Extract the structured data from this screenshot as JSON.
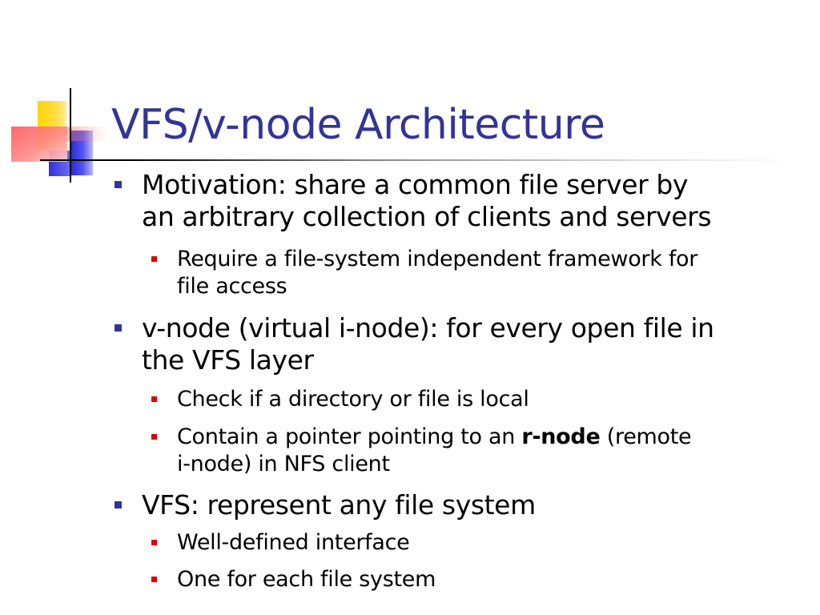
{
  "slide": {
    "title": "VFS/v-node Architecture",
    "bullets": [
      {
        "text": "Motivation: share a common file server by",
        "text2": "an arbitrary collection of clients and servers",
        "sub": [
          {
            "text": "Require a file-system independent framework for",
            "text2": "file access"
          }
        ]
      },
      {
        "text": "v-node (virtual i-node): for every open file in",
        "text2": "the VFS layer",
        "sub": [
          {
            "text": "Check if a directory or file is local"
          },
          {
            "pre": "Contain a pointer pointing to an ",
            "bold": "r-node",
            "post": " (remote",
            "text2": "i-node) in NFS client"
          }
        ]
      },
      {
        "text": "VFS: represent any file system",
        "sub": [
          {
            "text": "Well-defined interface"
          },
          {
            "text": "One for each file system"
          }
        ]
      }
    ]
  },
  "colors": {
    "title": "#333399",
    "level1_bullet": "#333399",
    "level2_bullet": "#dd0000",
    "logo_yellow": "#ffd400",
    "logo_blue": "#2a2ad6",
    "logo_red": "#ff5a5a"
  }
}
